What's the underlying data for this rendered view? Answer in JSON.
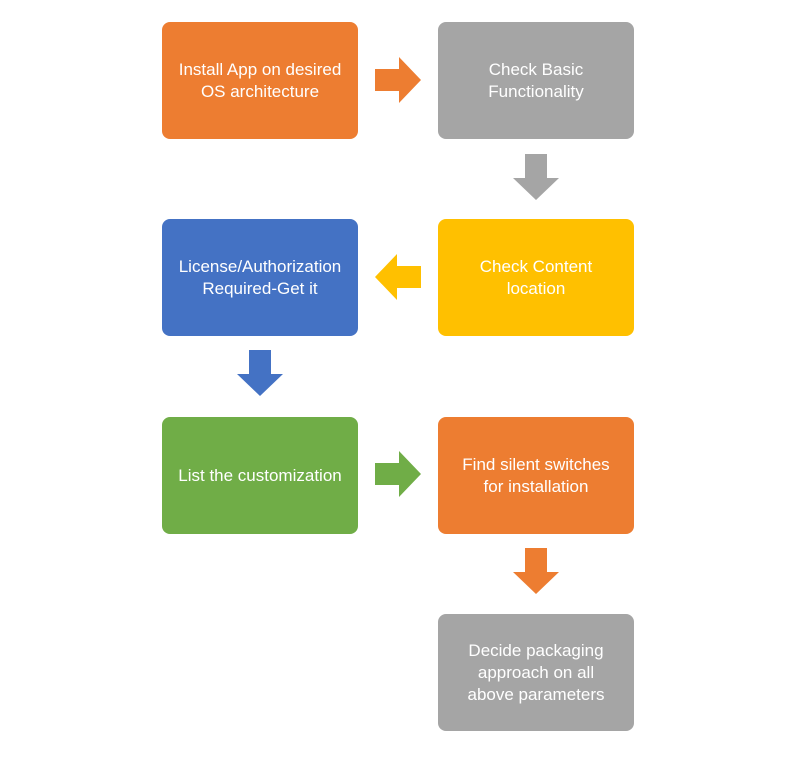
{
  "steps": {
    "install": {
      "label": "Install App on desired\nOS architecture",
      "color": "#ED7D31"
    },
    "check_basic": {
      "label": "Check Basic\nFunctionality",
      "color": "#A5A5A5"
    },
    "check_content": {
      "label": "Check Content\nlocation",
      "color": "#FFC000"
    },
    "license": {
      "label": "License/Authorization\nRequired-Get it",
      "color": "#4472C4"
    },
    "customization": {
      "label": "List the customization",
      "color": "#70AD47"
    },
    "silent_switches": {
      "label": "Find silent switches\nfor installation",
      "color": "#ED7D31"
    },
    "decide": {
      "label": "Decide packaging\napproach on all\nabove parameters",
      "color": "#A5A5A5"
    }
  },
  "arrows": {
    "a1": {
      "direction": "right",
      "color": "#ED7D31"
    },
    "a2": {
      "direction": "down",
      "color": "#A5A5A5"
    },
    "a3": {
      "direction": "left",
      "color": "#FFC000"
    },
    "a4": {
      "direction": "down",
      "color": "#4472C4"
    },
    "a5": {
      "direction": "right",
      "color": "#70AD47"
    },
    "a6": {
      "direction": "down",
      "color": "#ED7D31"
    }
  }
}
